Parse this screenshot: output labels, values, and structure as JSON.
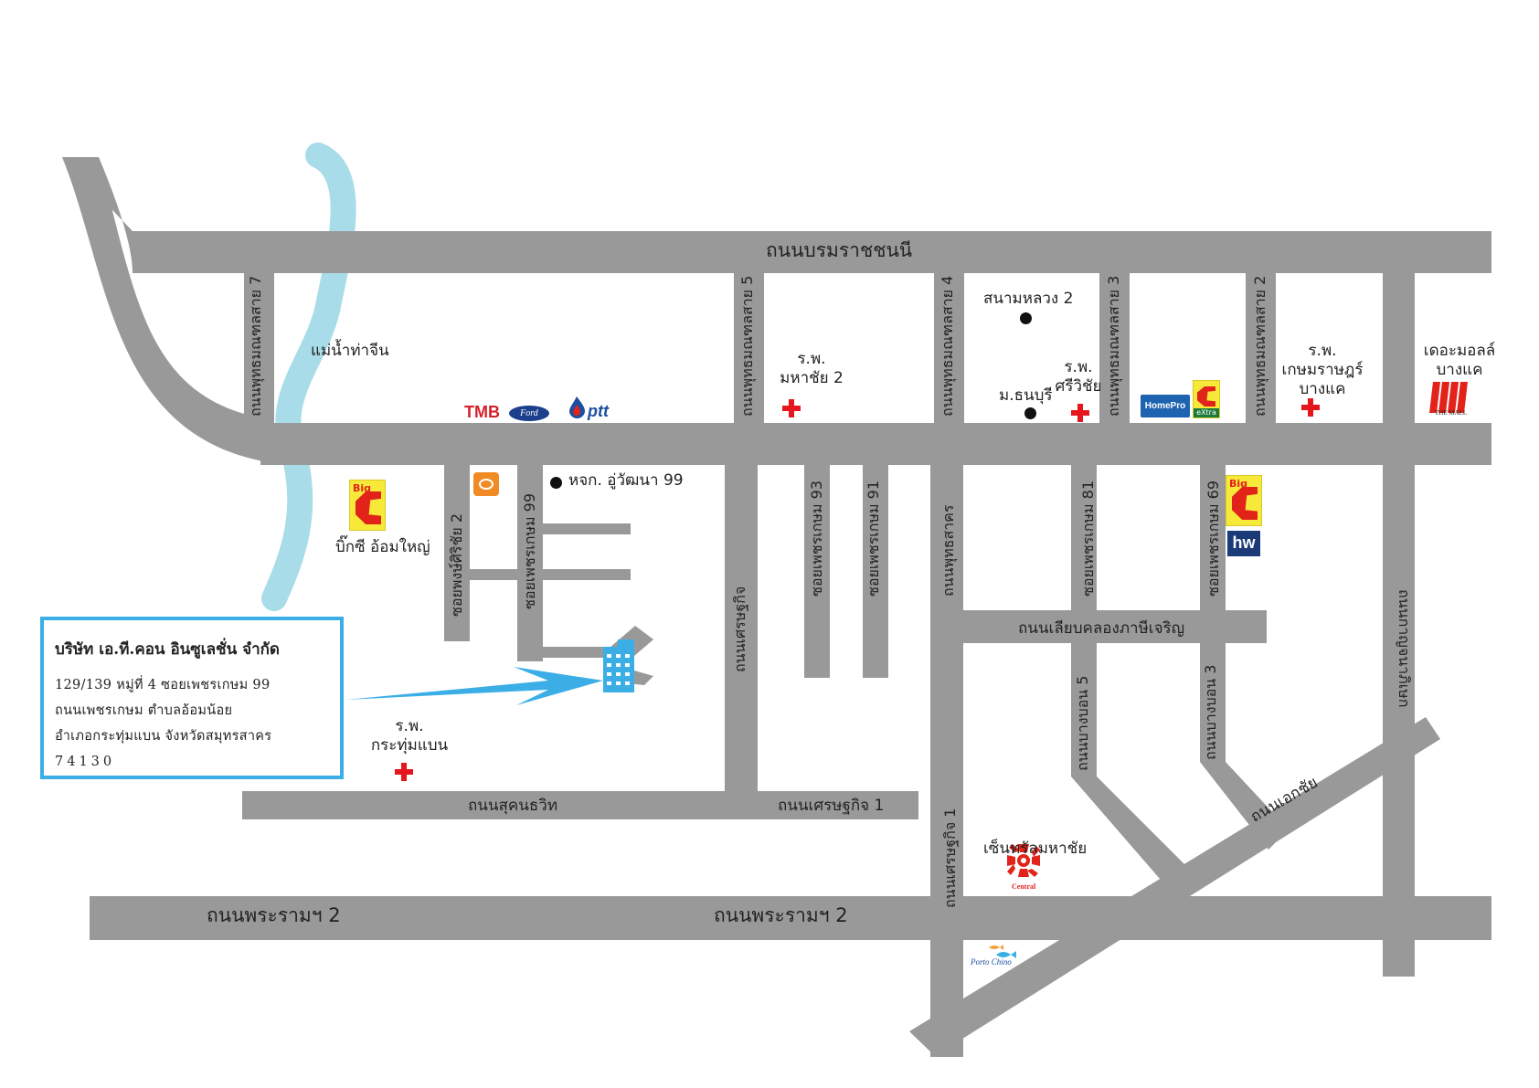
{
  "roads": {
    "borommaratchachonnani": "ถนนบรมราชชนนี",
    "phutthamonthon_7": "ถนนพุทธมณฑลสาย 7",
    "phutthamonthon_5": "ถนนพุทธมณฑลสาย 5",
    "phutthamonthon_4": "ถนนพุทธมณฑลสาย 4",
    "phutthamonthon_3": "ถนนพุทธมณฑลสาย 3",
    "phutthamonthon_2": "ถนนพุทธมณฑลสาย 2",
    "soi_phongsirichai_2": "ซอยพงษ์ศิริชัย 2",
    "soi_phetkasem_99": "ซอยเพชรเกษม 99",
    "setthakit": "ถนนเศรษฐกิจ",
    "soi_phetkasem_93": "ซอยเพชรเกษม 93",
    "soi_phetkasem_91": "ซอยเพชรเกษม 91",
    "phuttasakhon": "ถนนพุทธสาคร",
    "soi_phetkasem_81": "ซอยเพชรเกษม 81",
    "soi_phetkasem_69": "ซอยเพชรเกษม 69",
    "liap_khlong": "ถนนเลียบคลองภาษีเจริญ",
    "kanchanaphisek": "ถนนกาญจนาภิเษก",
    "bang_bon_5": "ถนนบางบอน 5",
    "bang_bon_3": "ถนนบางบอน 3",
    "sukhonthawit": "ถนนสุคนธวิท",
    "setthakit_1_h": "ถนนเศรษฐกิจ 1",
    "setthakit_1_v": "ถนนเศรษฐกิจ 1",
    "ekkachai": "ถนนเอกชัย",
    "rama2_left": "ถนนพระรามฯ 2",
    "rama2_mid": "ถนนพระรามฯ 2"
  },
  "places": {
    "river": "แม่น้ำท่าจีน",
    "bigc_omyai": "บิ๊กซี อ้อมใหญ่",
    "hor_jor_kor": "หจก. อู่วัฒนา 99",
    "sanam_luang_2": "สนามหลวง 2",
    "mahachai2_l1": "ร.พ.",
    "mahachai2_l2": "มหาชัย 2",
    "sriwichai_l1": "ร.พ.",
    "sriwichai_l2": "ศรีวิชัย",
    "thonburi_uni": "ม.ธนบุรี",
    "kasemrad_l1": "ร.พ.",
    "kasemrad_l2": "เกษมราษฎร์",
    "kasemrad_l3": "บางแค",
    "themall_l1": "เดอะมอลล์",
    "themall_l2": "บางแค",
    "krathumbaen_l1": "ร.พ.",
    "krathumbaen_l2": "กระทุ่มแบน",
    "central": "เซ็นทรัลมหาชัย"
  },
  "logos": {
    "tmb": "TMB",
    "ford": "Ford",
    "ptt": "ptt",
    "homepro": "HomePro",
    "bigc": "Big",
    "bigc_extra": "eXtra",
    "themall": "THE MALL",
    "central": "Central",
    "homeworks": "hw",
    "porto": "Porto Chino"
  },
  "address": {
    "company": "บริษัท เอ.ที.คอน อินซูเลชั่น จำกัด",
    "line1": "129/139 หมู่ที่ 4 ซอยเพชรเกษม 99",
    "line2": "ถนนเพชรเกษม ตำบลอ้อมน้อย",
    "line3": "อำเภอกระทุ่มแบน จังหวัดสมุทรสาคร",
    "line4": "74130"
  },
  "colors": {
    "road": "#999999",
    "river": "#a8dce9",
    "accent": "#3baee6",
    "hospital": "#e5161d"
  }
}
